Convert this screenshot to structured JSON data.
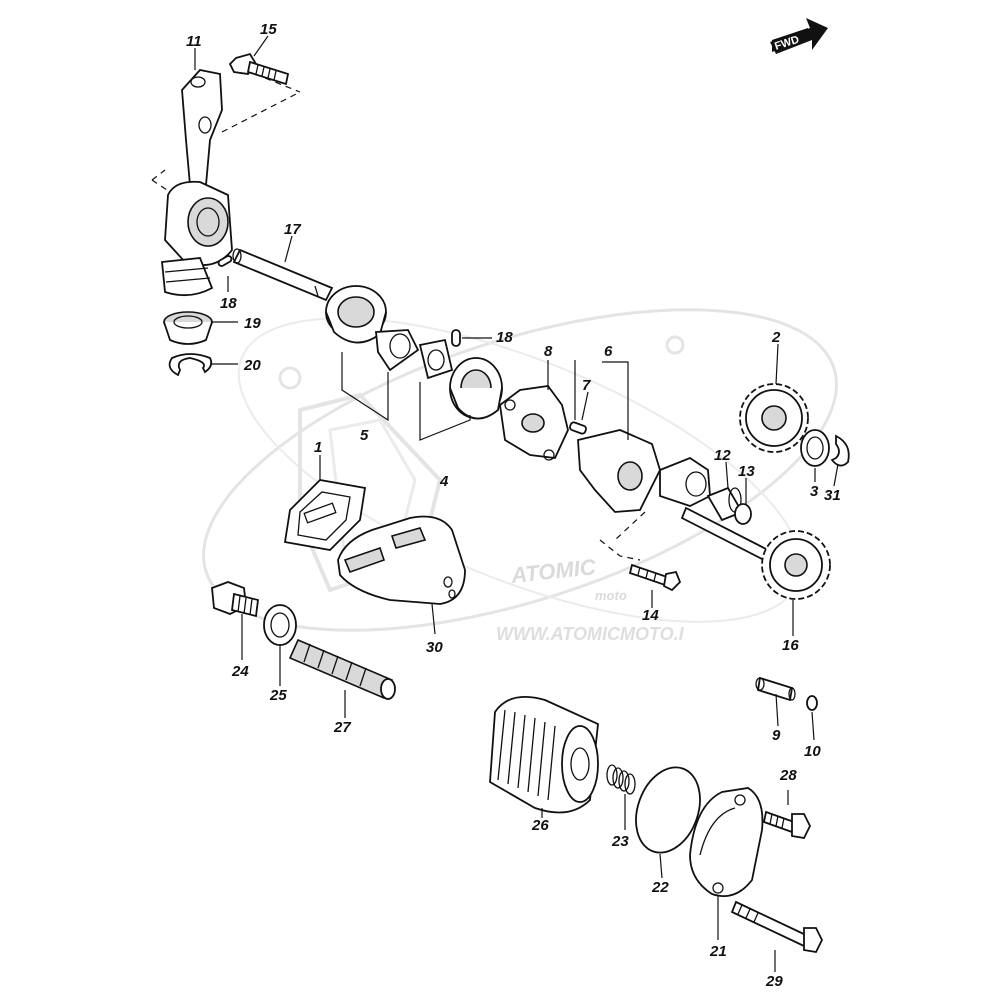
{
  "badge": {
    "label": "FWD"
  },
  "watermark": {
    "brand": "ATOMIC",
    "tagline": "moto",
    "url": "WWW.ATOMICMOTO.I"
  },
  "callouts": {
    "p1": "1",
    "p2": "2",
    "p3": "3",
    "p4": "4",
    "p5": "5",
    "p6": "6",
    "p7": "7",
    "p8": "8",
    "p9": "9",
    "p10": "10",
    "p11": "11",
    "p12": "12",
    "p13": "13",
    "p14": "14",
    "p15": "15",
    "p16": "16",
    "p17": "17",
    "p18a": "18",
    "p18b": "18",
    "p19": "19",
    "p20": "20",
    "p21": "21",
    "p22": "22",
    "p23": "23",
    "p24": "24",
    "p25": "25",
    "p26": "26",
    "p27": "27",
    "p28": "28",
    "p29": "29",
    "p30": "30",
    "p31": "31"
  }
}
